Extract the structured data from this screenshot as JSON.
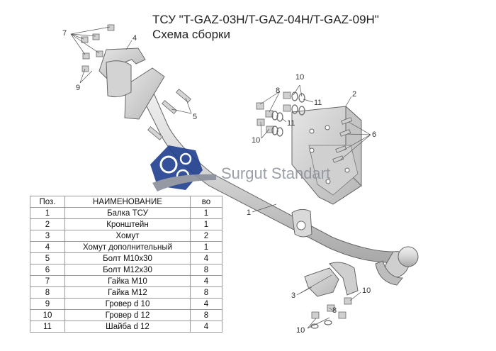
{
  "header": {
    "title": "ТСУ \"T-GAZ-03H/T-GAZ-04H/T-GAZ-09H\"",
    "subtitle": "Схема сборки"
  },
  "watermark": {
    "text": "Surgut Standart"
  },
  "callouts": {
    "c7": "7",
    "c4": "4",
    "c9": "9",
    "c5": "5",
    "c10a": "10",
    "c8": "8",
    "c11a": "11",
    "c11b": "11",
    "c10b": "10",
    "c2": "2",
    "c6": "6",
    "c1": "1",
    "c3": "3",
    "c10c": "10",
    "c8b": "8",
    "c10d": "10"
  },
  "parts_table": {
    "headers": [
      "Поз.",
      "НАИМЕНОВАНИЕ",
      "во"
    ],
    "rows": [
      [
        "1",
        "Балка ТСУ",
        "1"
      ],
      [
        "2",
        "Кронштейн",
        "1"
      ],
      [
        "3",
        "Хомут",
        "2"
      ],
      [
        "4",
        "Хомут дополнительный",
        "1"
      ],
      [
        "5",
        "Болт М10х30",
        "4"
      ],
      [
        "6",
        "Болт М12х30",
        "8"
      ],
      [
        "7",
        "Гайка  М10",
        "4"
      ],
      [
        "8",
        "Гайка М12",
        "8"
      ],
      [
        "9",
        "Гровер d 10",
        "4"
      ],
      [
        "10",
        "Гровер d 12",
        "8"
      ],
      [
        "11",
        "Шайба d 12",
        "4"
      ]
    ]
  },
  "colors": {
    "metal": "#d9d9d9",
    "metal_dark": "#9e9e9e",
    "outline": "#555555",
    "logo_blue": "#1f3f8f",
    "logo_gray": "#8a8f9a"
  }
}
